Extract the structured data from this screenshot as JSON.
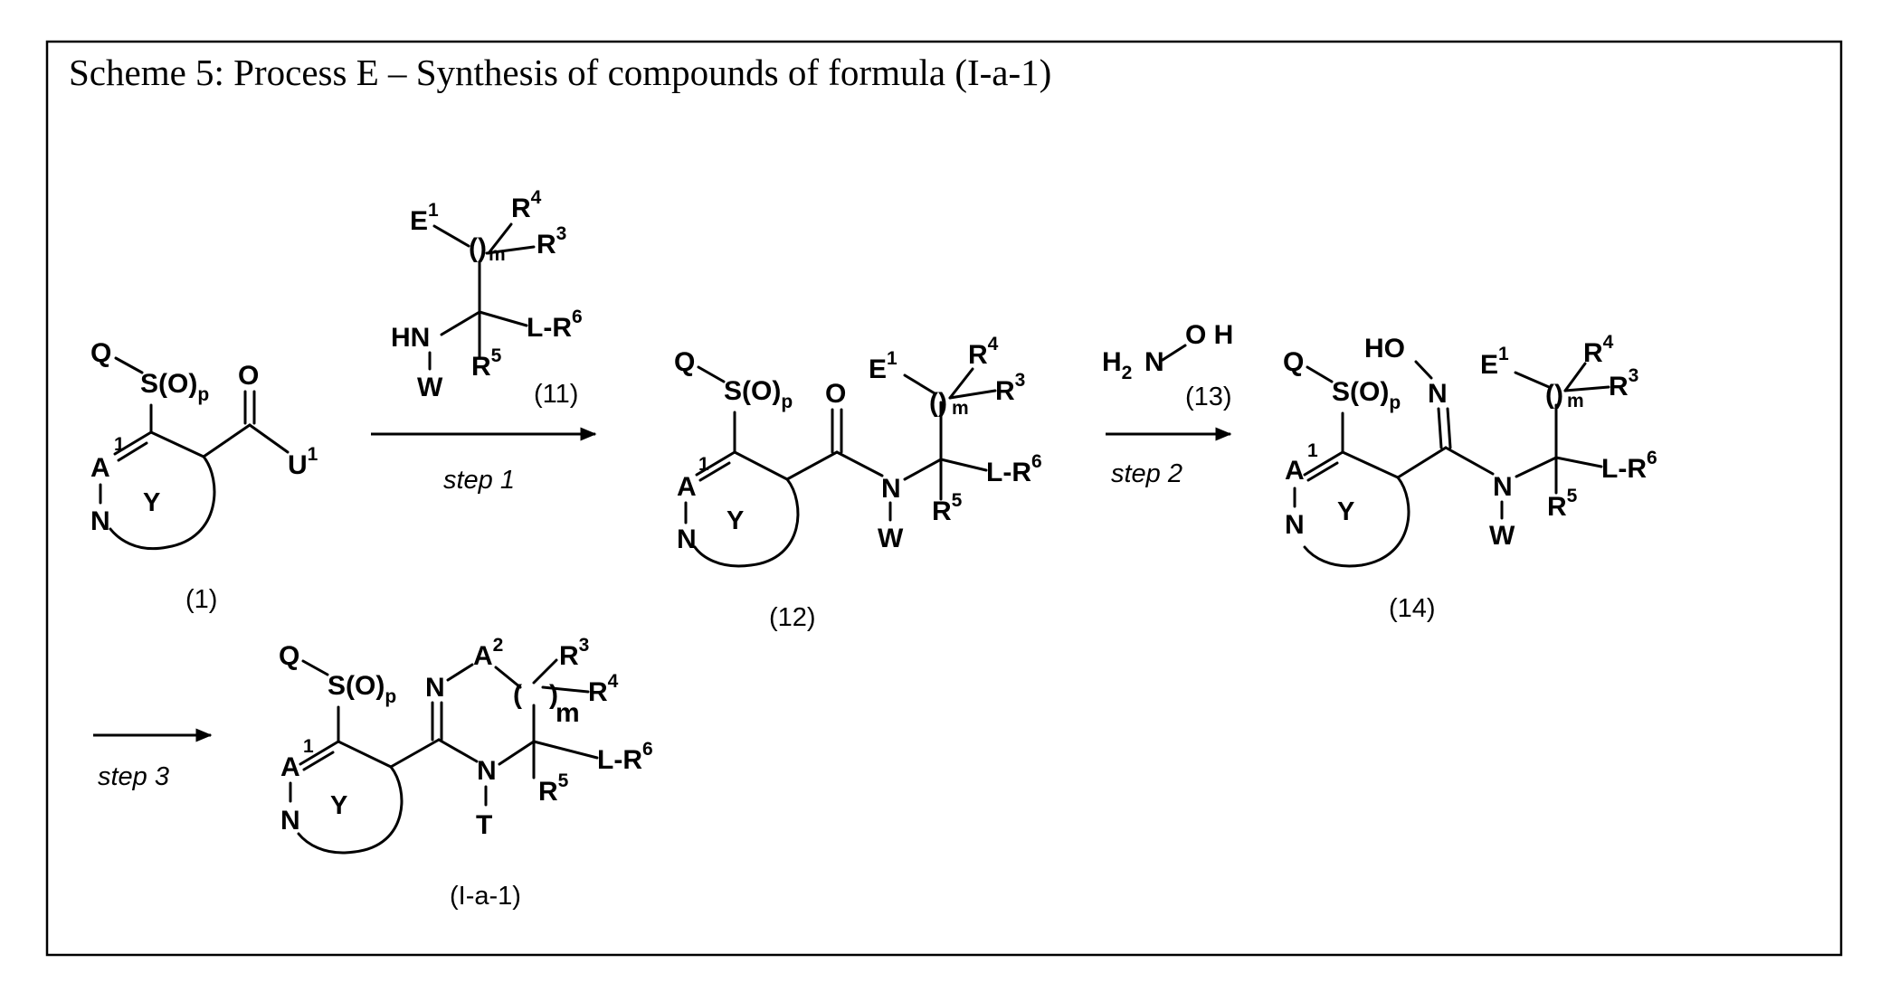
{
  "title": "Scheme 5: Process E – Synthesis of compounds of formula (I-a-1)",
  "compounds": {
    "c1": "(1)",
    "c11": "(11)",
    "c12": "(12)",
    "c13": "(13)",
    "c14": "(14)",
    "cIa1": "(I-a-1)"
  },
  "steps": {
    "step1": "step 1",
    "step2": "step 2",
    "step3": "step 3"
  },
  "atoms": {
    "Q": "Q",
    "S": "S(O)",
    "p": "p",
    "A": "A",
    "one": "1",
    "two": "2",
    "N": "N",
    "Y": "Y",
    "O": "O",
    "U": "U",
    "E": "E",
    "R": "R",
    "r3": "3",
    "r4": "4",
    "r5": "5",
    "r6": "6",
    "m": "m",
    "HN": "HN",
    "W": "W",
    "LR": "L-R",
    "H": "H",
    "HO": "HO",
    "OH": "O H",
    "H2": "H",
    "h2sub": "2",
    "T": "T",
    "lpar": "(",
    "rpar": ")"
  }
}
